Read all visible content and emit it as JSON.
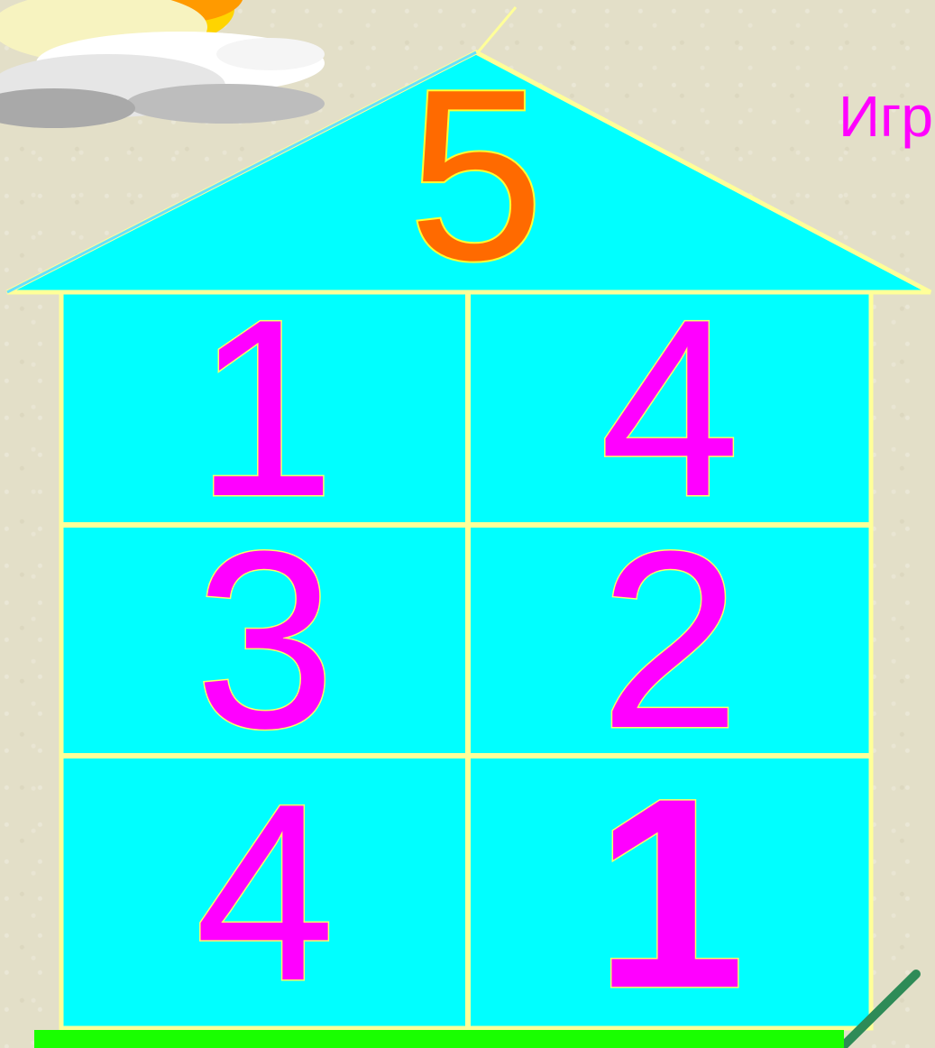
{
  "roof": {
    "number": "5"
  },
  "title": "Игр",
  "grid": {
    "rows": [
      {
        "left": "1",
        "right": "4"
      },
      {
        "left": "3",
        "right": "2"
      },
      {
        "left": "4",
        "right": "1"
      }
    ]
  },
  "colors": {
    "house_fill": "#00ffff",
    "outline": "#ffff88",
    "digit": "#ff00ff",
    "roof_digit": "#ff6a00",
    "ground": "#19ff00",
    "pencil": "#2e8b57"
  },
  "icons": [
    "sun-cloud-icon",
    "pencil-icon"
  ]
}
